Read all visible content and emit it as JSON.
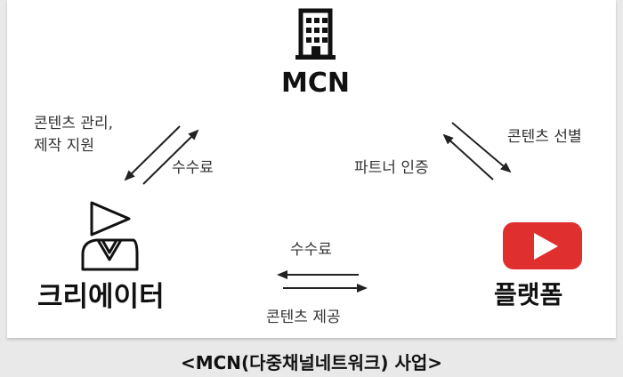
{
  "nodes": {
    "mcn": "MCN",
    "creator": "크리에이터",
    "platform": "플랫폼"
  },
  "edges": {
    "mcn_to_creator_line1": "콘텐츠 관리,",
    "mcn_to_creator_line2": "제작 지원",
    "creator_to_mcn": "수수료",
    "mcn_to_platform": "파트너 인증",
    "platform_to_mcn": "콘텐츠 선별",
    "platform_to_creator": "수수료",
    "creator_to_platform": "콘텐츠 제공"
  },
  "caption": "<MCN(다중채널네트워크) 사업>",
  "icons": {
    "mcn": "building-icon",
    "creator": "creator-person-icon",
    "platform": "play-button-icon"
  },
  "colors": {
    "platform_icon": "#e02f2f",
    "ink": "#111111"
  }
}
